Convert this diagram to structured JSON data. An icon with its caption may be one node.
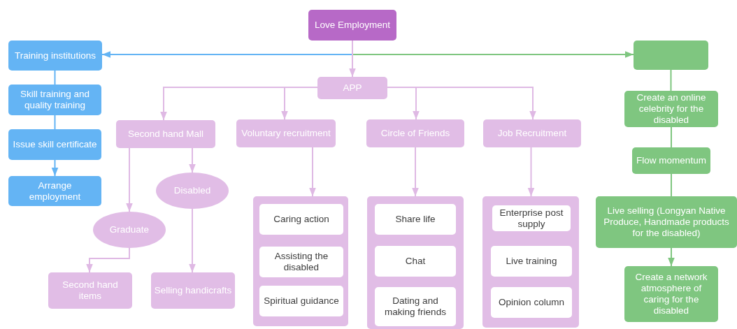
{
  "diagram": {
    "nodes": [
      {
        "text": [
          "Love Employment"
        ]
      },
      {
        "text": [
          "Training institutions"
        ]
      },
      {
        "text": [
          "Skill training and quality training"
        ]
      },
      {
        "text": [
          "Issue skill certificate"
        ]
      },
      {
        "text": [
          "Arrange employment"
        ]
      },
      {
        "text": [],
        "shape": "box"
      },
      {
        "text": [
          "Create an online celebrity for the disabled"
        ]
      },
      {
        "text": [
          "Flow momentum"
        ]
      },
      {
        "text": [
          "Live selling (Longyan Native Produce, Handmade products for the disabled)"
        ]
      },
      {
        "text": [
          "Create a network atmosphere of caring for the disabled"
        ]
      },
      {
        "text": [
          "APP"
        ]
      },
      {
        "text": [
          "Second hand Mall"
        ]
      },
      {
        "text": [
          "Voluntary recruitment"
        ]
      },
      {
        "text": [
          "Circle of Friends"
        ]
      },
      {
        "text": [
          "Job Recruitment"
        ]
      },
      {
        "text": [
          "Disabled"
        ]
      },
      {
        "text": [
          "Graduate"
        ]
      },
      {
        "text": [
          "Second hand items"
        ]
      },
      {
        "text": [
          "Selling handicrafts"
        ]
      },
      {
        "text": [],
        "shape": "box"
      },
      {
        "text": [
          "Caring action"
        ],
        "in": 19
      },
      {
        "text": [
          "Assisting the disabled"
        ],
        "in": 19
      },
      {
        "text": [
          "Spiritual guidance"
        ],
        "in": 19
      },
      {
        "text": [],
        "shape": "box"
      },
      {
        "text": [
          "Share life"
        ],
        "in": 23
      },
      {
        "text": [
          "Chat"
        ],
        "in": 23
      },
      {
        "text": [
          "Dating and making friends"
        ],
        "in": 23
      },
      {
        "text": [],
        "shape": "box"
      },
      {
        "text": [
          "Enterprise post supply"
        ],
        "in": 27
      },
      {
        "text": [
          "Live training"
        ],
        "in": 27
      },
      {
        "text": [
          "Opinion column"
        ],
        "in": 27
      }
    ],
    "edges": [
      {
        "from": 0,
        "to": 1,
        "arrow": "to",
        "color": "#64b4f4"
      },
      {
        "from": 0,
        "to": 5,
        "arrow": "to",
        "color": "#7fc680"
      },
      {
        "from": 0,
        "to": 10,
        "arrow": "to"
      },
      {
        "from": 1,
        "to": 2,
        "arrow": "none",
        "color": "#64b4f4"
      },
      {
        "from": 2,
        "to": 3,
        "arrow": "none",
        "color": "#64b4f4"
      },
      {
        "from": 3,
        "to": 4,
        "arrow": "to",
        "color": "#64b4f4"
      },
      {
        "from": 5,
        "to": 6,
        "arrow": "none",
        "color": "#7fc680"
      },
      {
        "from": 6,
        "to": 7,
        "arrow": "none",
        "color": "#7fc680"
      },
      {
        "from": 7,
        "to": 8,
        "arrow": "none",
        "color": "#7fc680"
      },
      {
        "from": 8,
        "to": 9,
        "arrow": "to",
        "color": "#7fc680"
      },
      {
        "from": 10,
        "to": 11,
        "arrow": "to"
      },
      {
        "from": 10,
        "to": 12,
        "arrow": "to"
      },
      {
        "from": 10,
        "to": 13,
        "arrow": "to"
      },
      {
        "from": 10,
        "to": 14,
        "arrow": "to"
      },
      {
        "from": 11,
        "to": 16,
        "arrow": "to"
      },
      {
        "from": 11,
        "to": 15,
        "arrow": "to"
      },
      {
        "from": 16,
        "to": 17,
        "arrow": "to"
      },
      {
        "from": 15,
        "to": 18,
        "arrow": "to"
      },
      {
        "from": 12,
        "to": 19,
        "arrow": "to"
      },
      {
        "from": 13,
        "to": 23,
        "arrow": "to"
      },
      {
        "from": 14,
        "to": 27,
        "arrow": "to"
      }
    ]
  }
}
